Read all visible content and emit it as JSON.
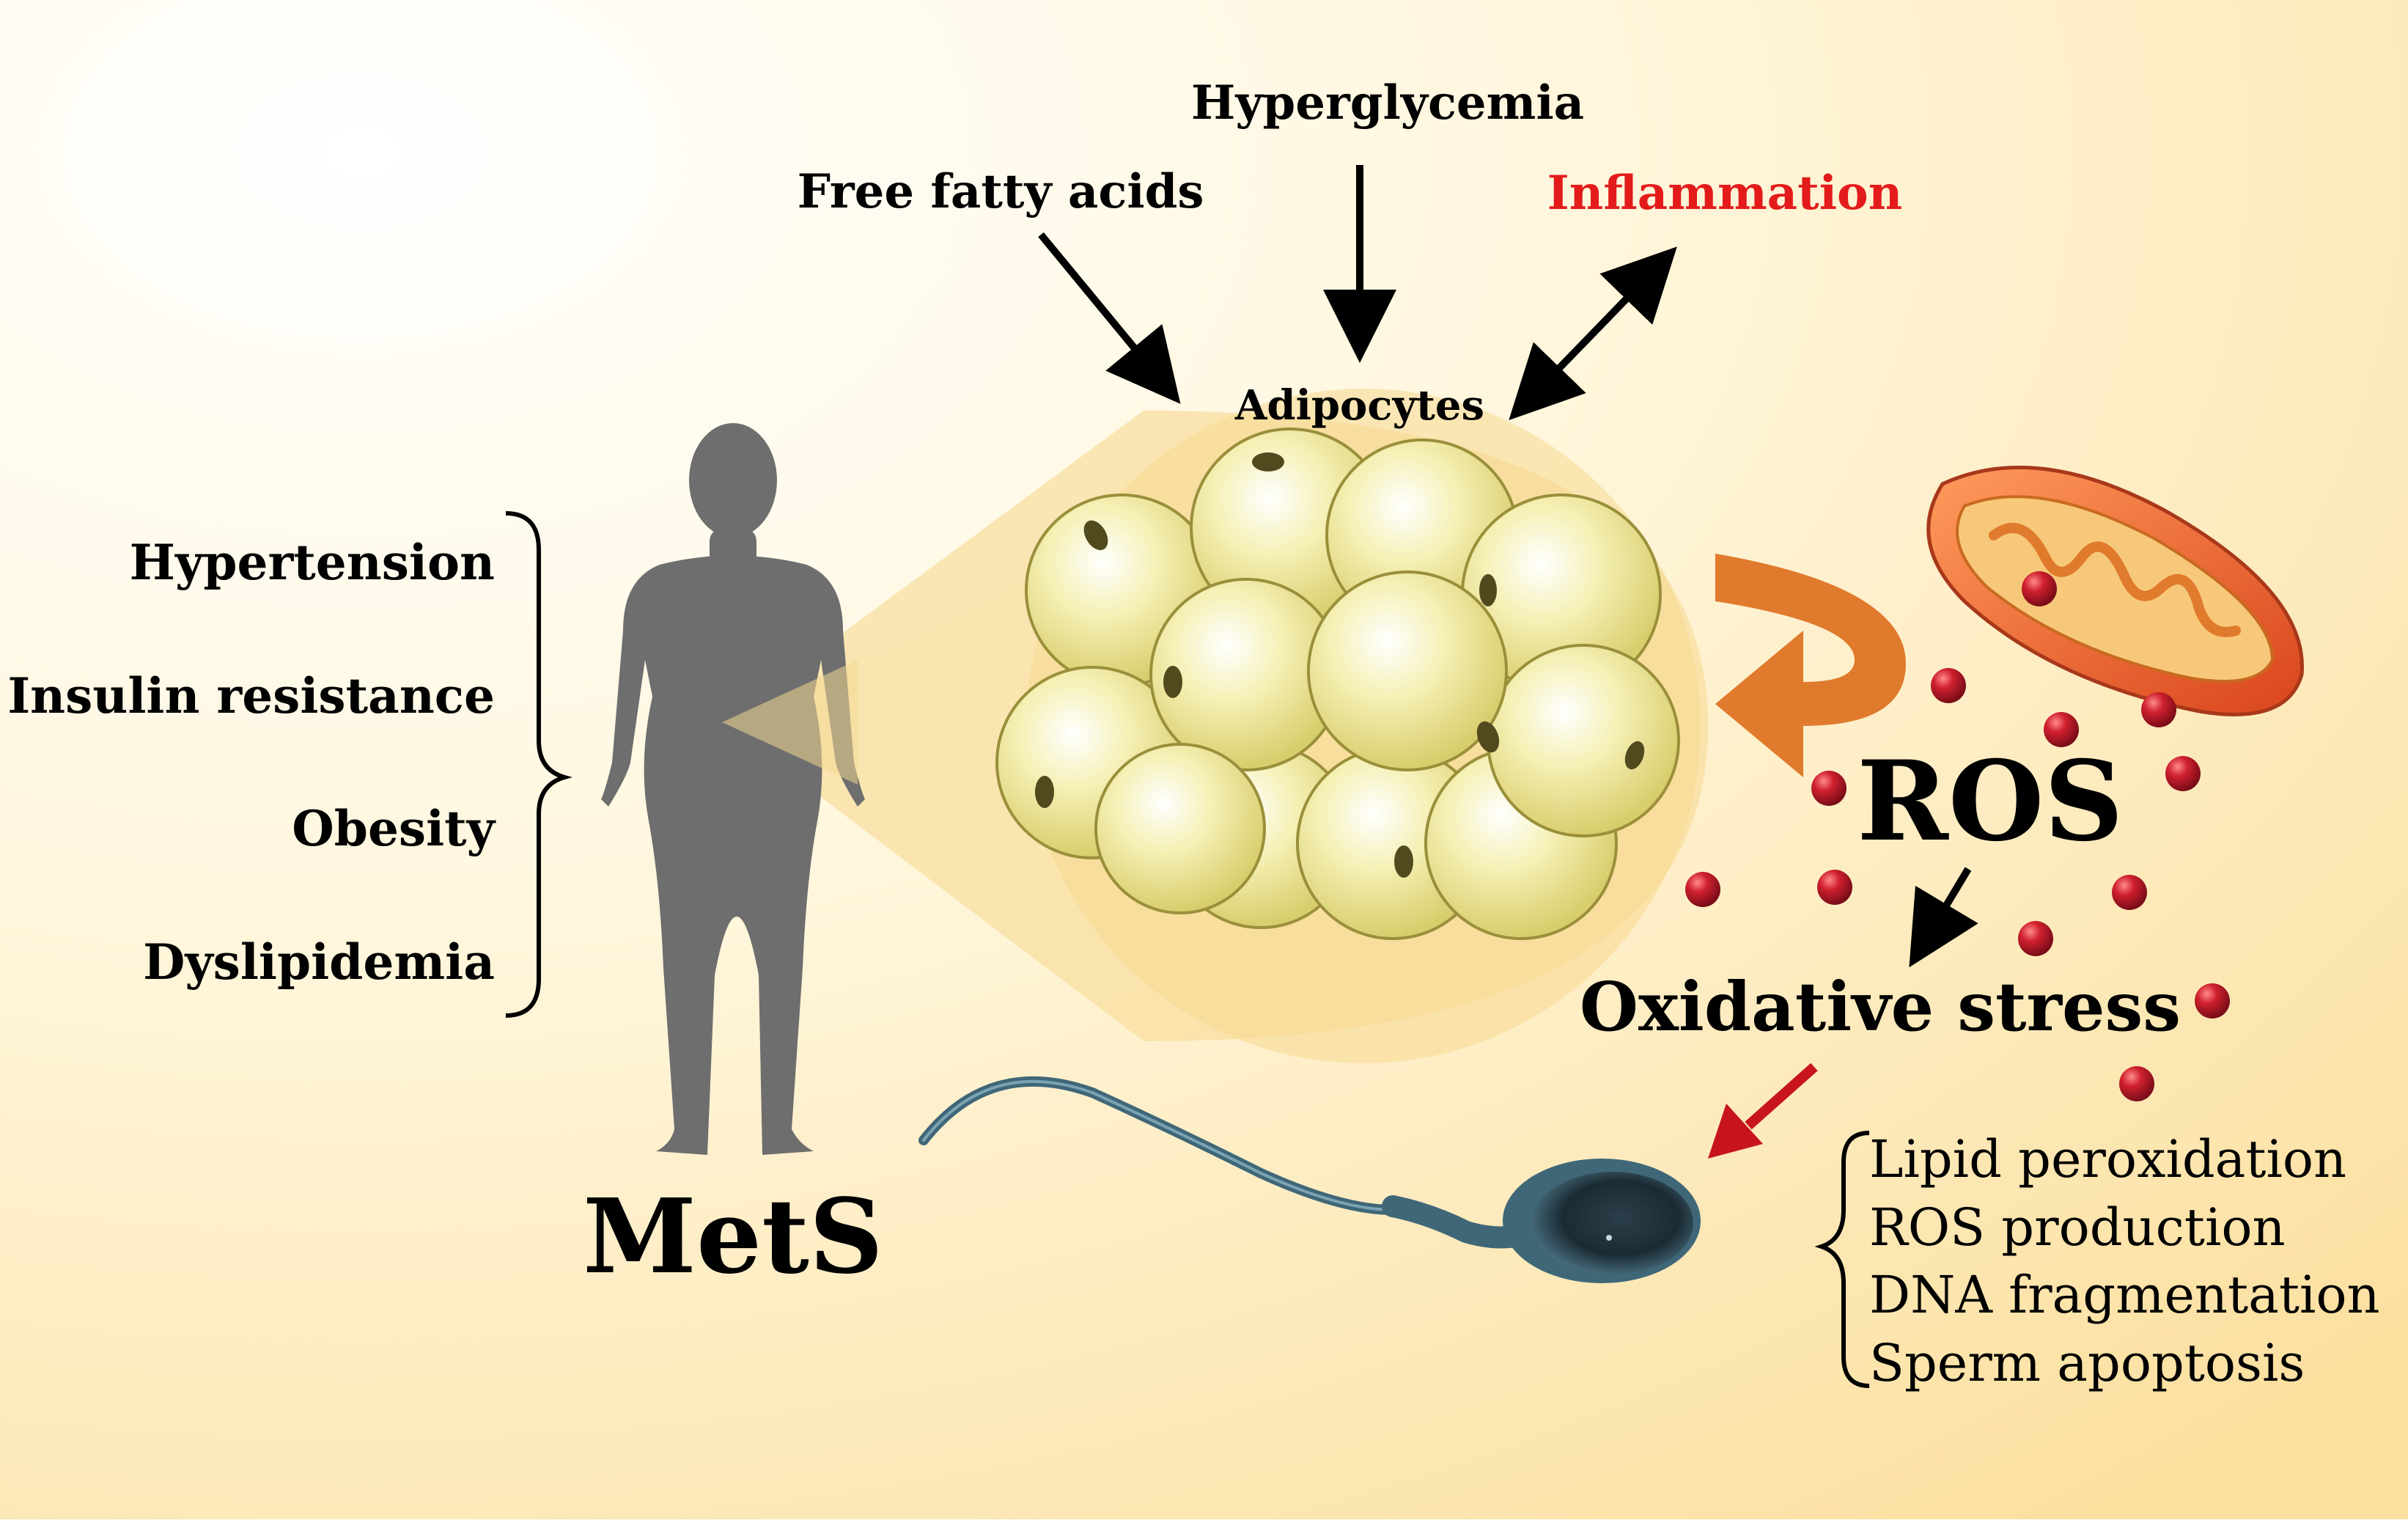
{
  "labels": {
    "hyperglycemia": "Hyperglycemia",
    "free_fatty_acids": "Free fatty acids",
    "inflammation": "Inflammation",
    "adipocytes": "Adipocytes",
    "ros": "ROS",
    "oxidative_stress": "Oxidative stress",
    "mets": "MetS"
  },
  "mets_components": [
    "Hypertension",
    "Insulin resistance",
    "Obesity",
    "Dyslipidemia"
  ],
  "sperm_effects": [
    "Lipid peroxidation",
    "ROS production",
    "DNA fragmentation",
    "Sperm apoptosis"
  ],
  "colors": {
    "inflammation_text": "#e31b1b",
    "background_warm": "#fbe3a6",
    "silhouette": "#6e6e6e",
    "adipocyte_fill": "#f3eda0",
    "mitochondria": "#e8622c",
    "ros_particle": "#b8142a",
    "curved_arrow": "#e07a2c",
    "red_arrow": "#c8141c",
    "sperm": "#3f6778"
  },
  "icons": [
    "human-silhouette",
    "adipocyte-cluster",
    "mitochondria-icon",
    "sperm-cell-icon"
  ]
}
